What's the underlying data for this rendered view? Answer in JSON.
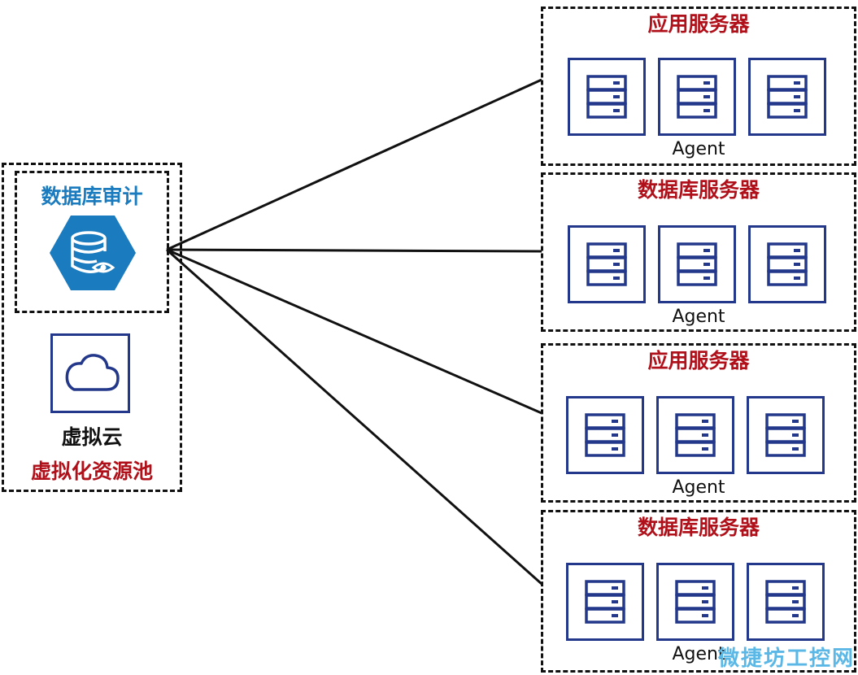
{
  "left_panel": {
    "audit_title": "数据库审计",
    "cloud_title": "虚拟云",
    "pool_title": "虚拟化资源池"
  },
  "groups": [
    {
      "title": "应用服务器",
      "agent": "Agent"
    },
    {
      "title": "数据库服务器",
      "agent": "Agent"
    },
    {
      "title": "应用服务器",
      "agent": "Agent"
    },
    {
      "title": "数据库服务器",
      "agent": "Agent"
    }
  ],
  "watermark": "微捷坊工控网",
  "colors": {
    "title_red": "#b01019",
    "title_blue": "#1a7bbf",
    "server_border": "#23388a",
    "hexagon": "#1a7bbf"
  }
}
